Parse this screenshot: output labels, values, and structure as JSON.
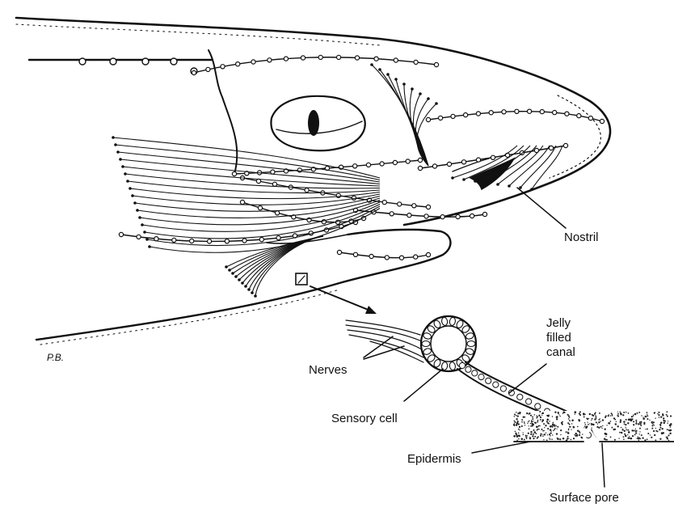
{
  "labels": {
    "nostril": "Nostril",
    "jelly_line1": "Jelly",
    "jelly_line2": "filled",
    "jelly_line3": "canal",
    "nerves": "Nerves",
    "sensory_cell": "Sensory cell",
    "epidermis": "Epidermis",
    "surface_pore": "Surface pore"
  },
  "signature": "P.B."
}
